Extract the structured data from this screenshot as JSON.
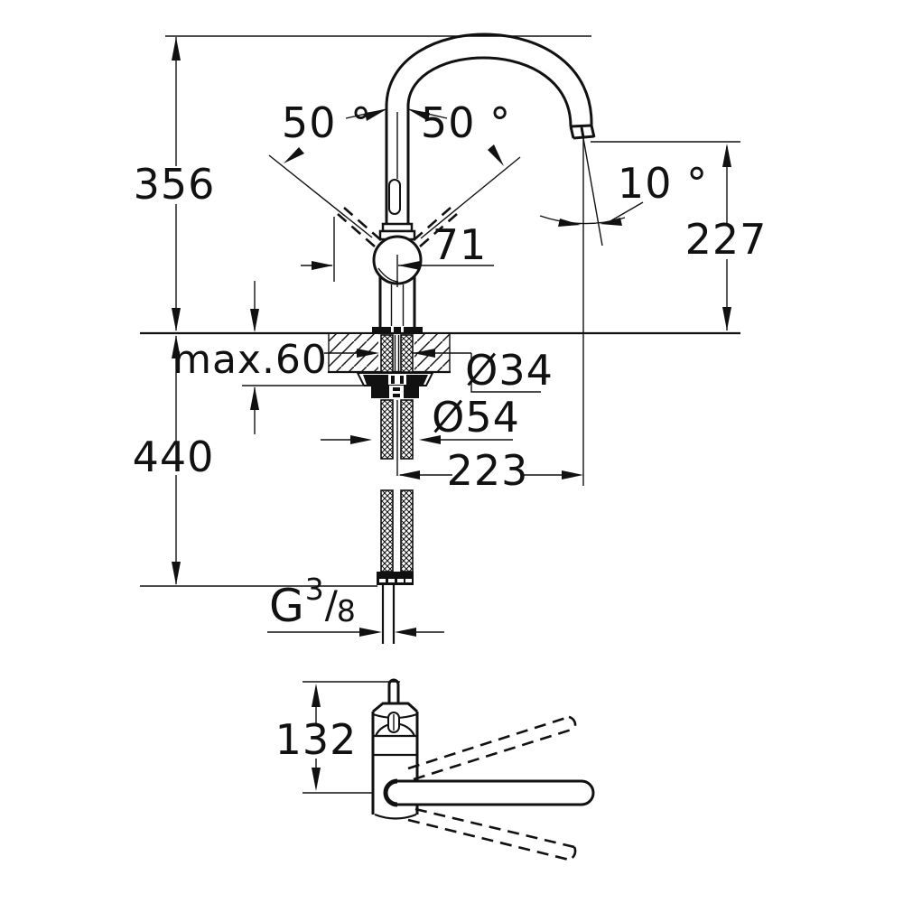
{
  "canvas": {
    "background": "#ffffff",
    "line_color": "#111111"
  },
  "front_view": {
    "total_height": "356",
    "spout_outlet_height": "227",
    "height_below_deck": "440",
    "deck_thickness": "max.60",
    "shank_diameter": "Ø34",
    "base_diameter": "Ø54",
    "spout_reach": "223",
    "handle_offset": "71",
    "handle_swing_left": "50 °",
    "handle_swing_right": "50 °",
    "outlet_angle": "10 °",
    "supply_thread": {
      "g": "G",
      "numerator": "3",
      "slash": "/",
      "denominator": "8"
    }
  },
  "swivel_view": {
    "body_height": "132"
  }
}
